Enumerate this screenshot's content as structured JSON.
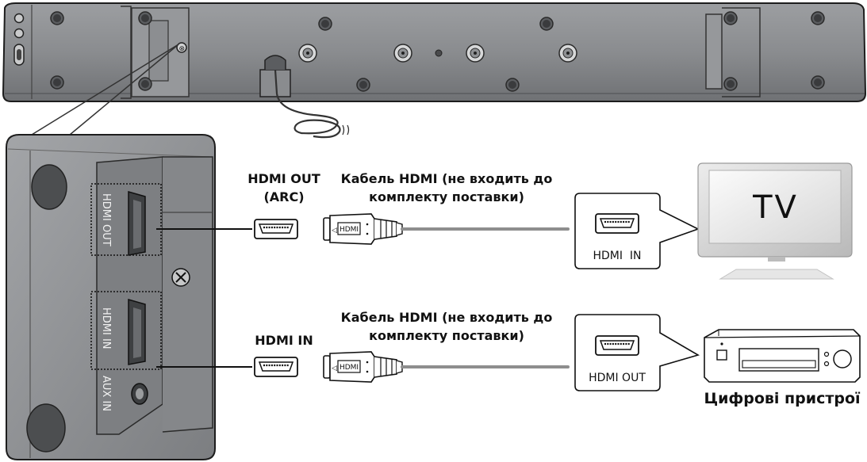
{
  "labels": {
    "hdmi_out_arc_line1": "HDMI OUT",
    "hdmi_out_arc_line2": "(ARC)",
    "hdmi_in": "HDMI IN",
    "cable_top_line1": "Кабель HDMI (не входить до",
    "cable_top_line2": "комплекту поставки)",
    "cable_bottom_line1": "Кабель HDMI (не входить до",
    "cable_bottom_line2": "комплекту поставки)",
    "tv_port": "HDMI  IN",
    "device_port": "HDMI OUT",
    "tv_screen": "TV",
    "digital_devices": "Цифрові пристрої",
    "panel_hdmi_out": "HDMI OUT",
    "panel_hdmi_in": "HDMI IN",
    "panel_aux_in": "AUX IN",
    "plug_badge_top": "HDMI",
    "plug_badge_bottom": "HDMI"
  },
  "colors": {
    "soundbar_body": "#8d8f92",
    "panel_body": "#8a8c8f",
    "cable": "#909090",
    "text": "#111111"
  },
  "icons": [
    "hdmi-port-icon",
    "hdmi-plug-icon",
    "tv-icon",
    "dvd-player-icon",
    "screw-icon",
    "aux-jack-icon"
  ]
}
